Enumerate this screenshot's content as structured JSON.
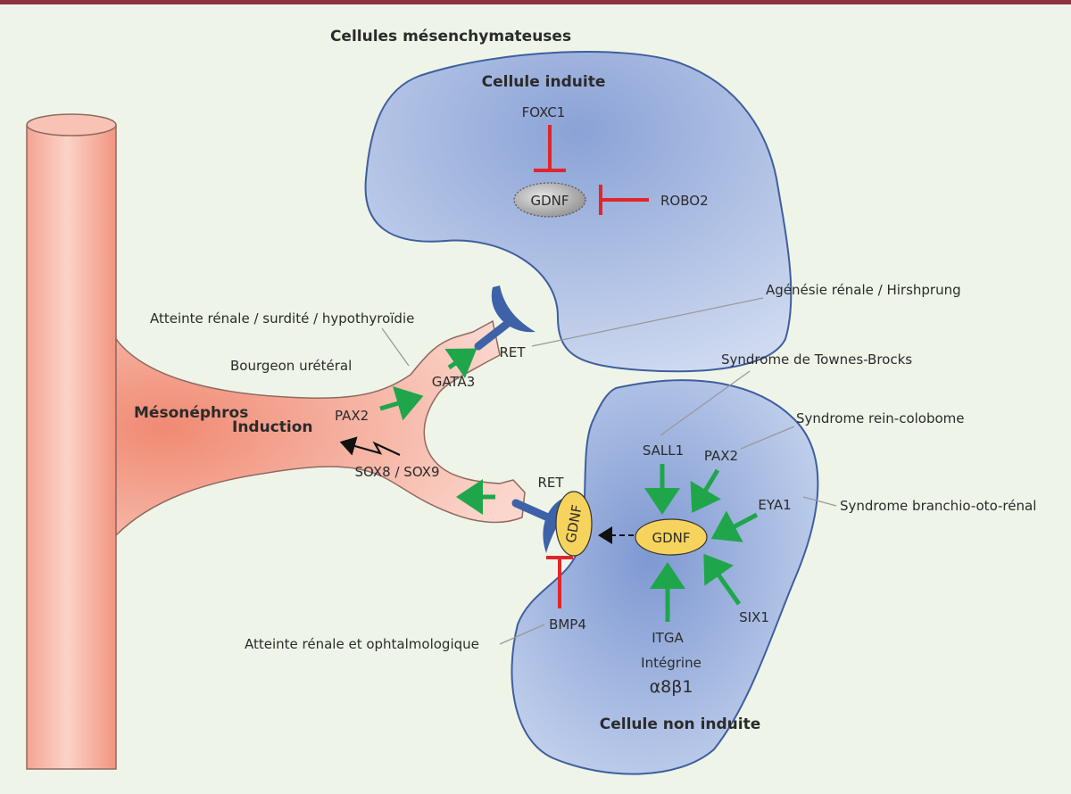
{
  "title": "Cellules mésenchymateuses",
  "induced_cell": {
    "title": "Cellule induite",
    "foxc1": "FOXC1",
    "gdnf": "GDNF",
    "robo2": "ROBO2"
  },
  "noninduced_cell": {
    "title": "Cellule non induite",
    "sall1": "SALL1",
    "pax2": "PAX2",
    "eya1": "EYA1",
    "gdnf": "GDNF",
    "six1": "SIX1",
    "itga": "ITGA",
    "integrin": "Intégrine",
    "integrin_sub": "α8β1"
  },
  "mesonephros": {
    "label": "Mésonéphros",
    "induction": "Induction",
    "bud": "Bourgeon urétéral",
    "gata3": "GATA3",
    "pax2": "PAX2",
    "sox": "SOX8 / SOX9",
    "ret_top": "RET",
    "ret_bottom": "RET",
    "gdnf_bound": "GDNF",
    "bmp4": "BMP4"
  },
  "diseases": {
    "hdr": "Atteinte rénale / surdité / hypothyroïdie",
    "agenesis": "Agénésie rénale / Hirshprung",
    "townes": "Syndrome de Townes-Brocks",
    "coloboma": "Syndrome rein-colobome",
    "bor": "Syndrome branchio-oto-rénal",
    "eye": "Atteinte rénale et ophtalmologique"
  },
  "colors": {
    "activation": "#1fa64a",
    "inhibition": "#e0262a",
    "receptor": "#3e62a8",
    "cell_fill": "#9fb3dd",
    "tissue_fill": "#f7c3b6",
    "gdnf_fill": "#f6d35c"
  }
}
